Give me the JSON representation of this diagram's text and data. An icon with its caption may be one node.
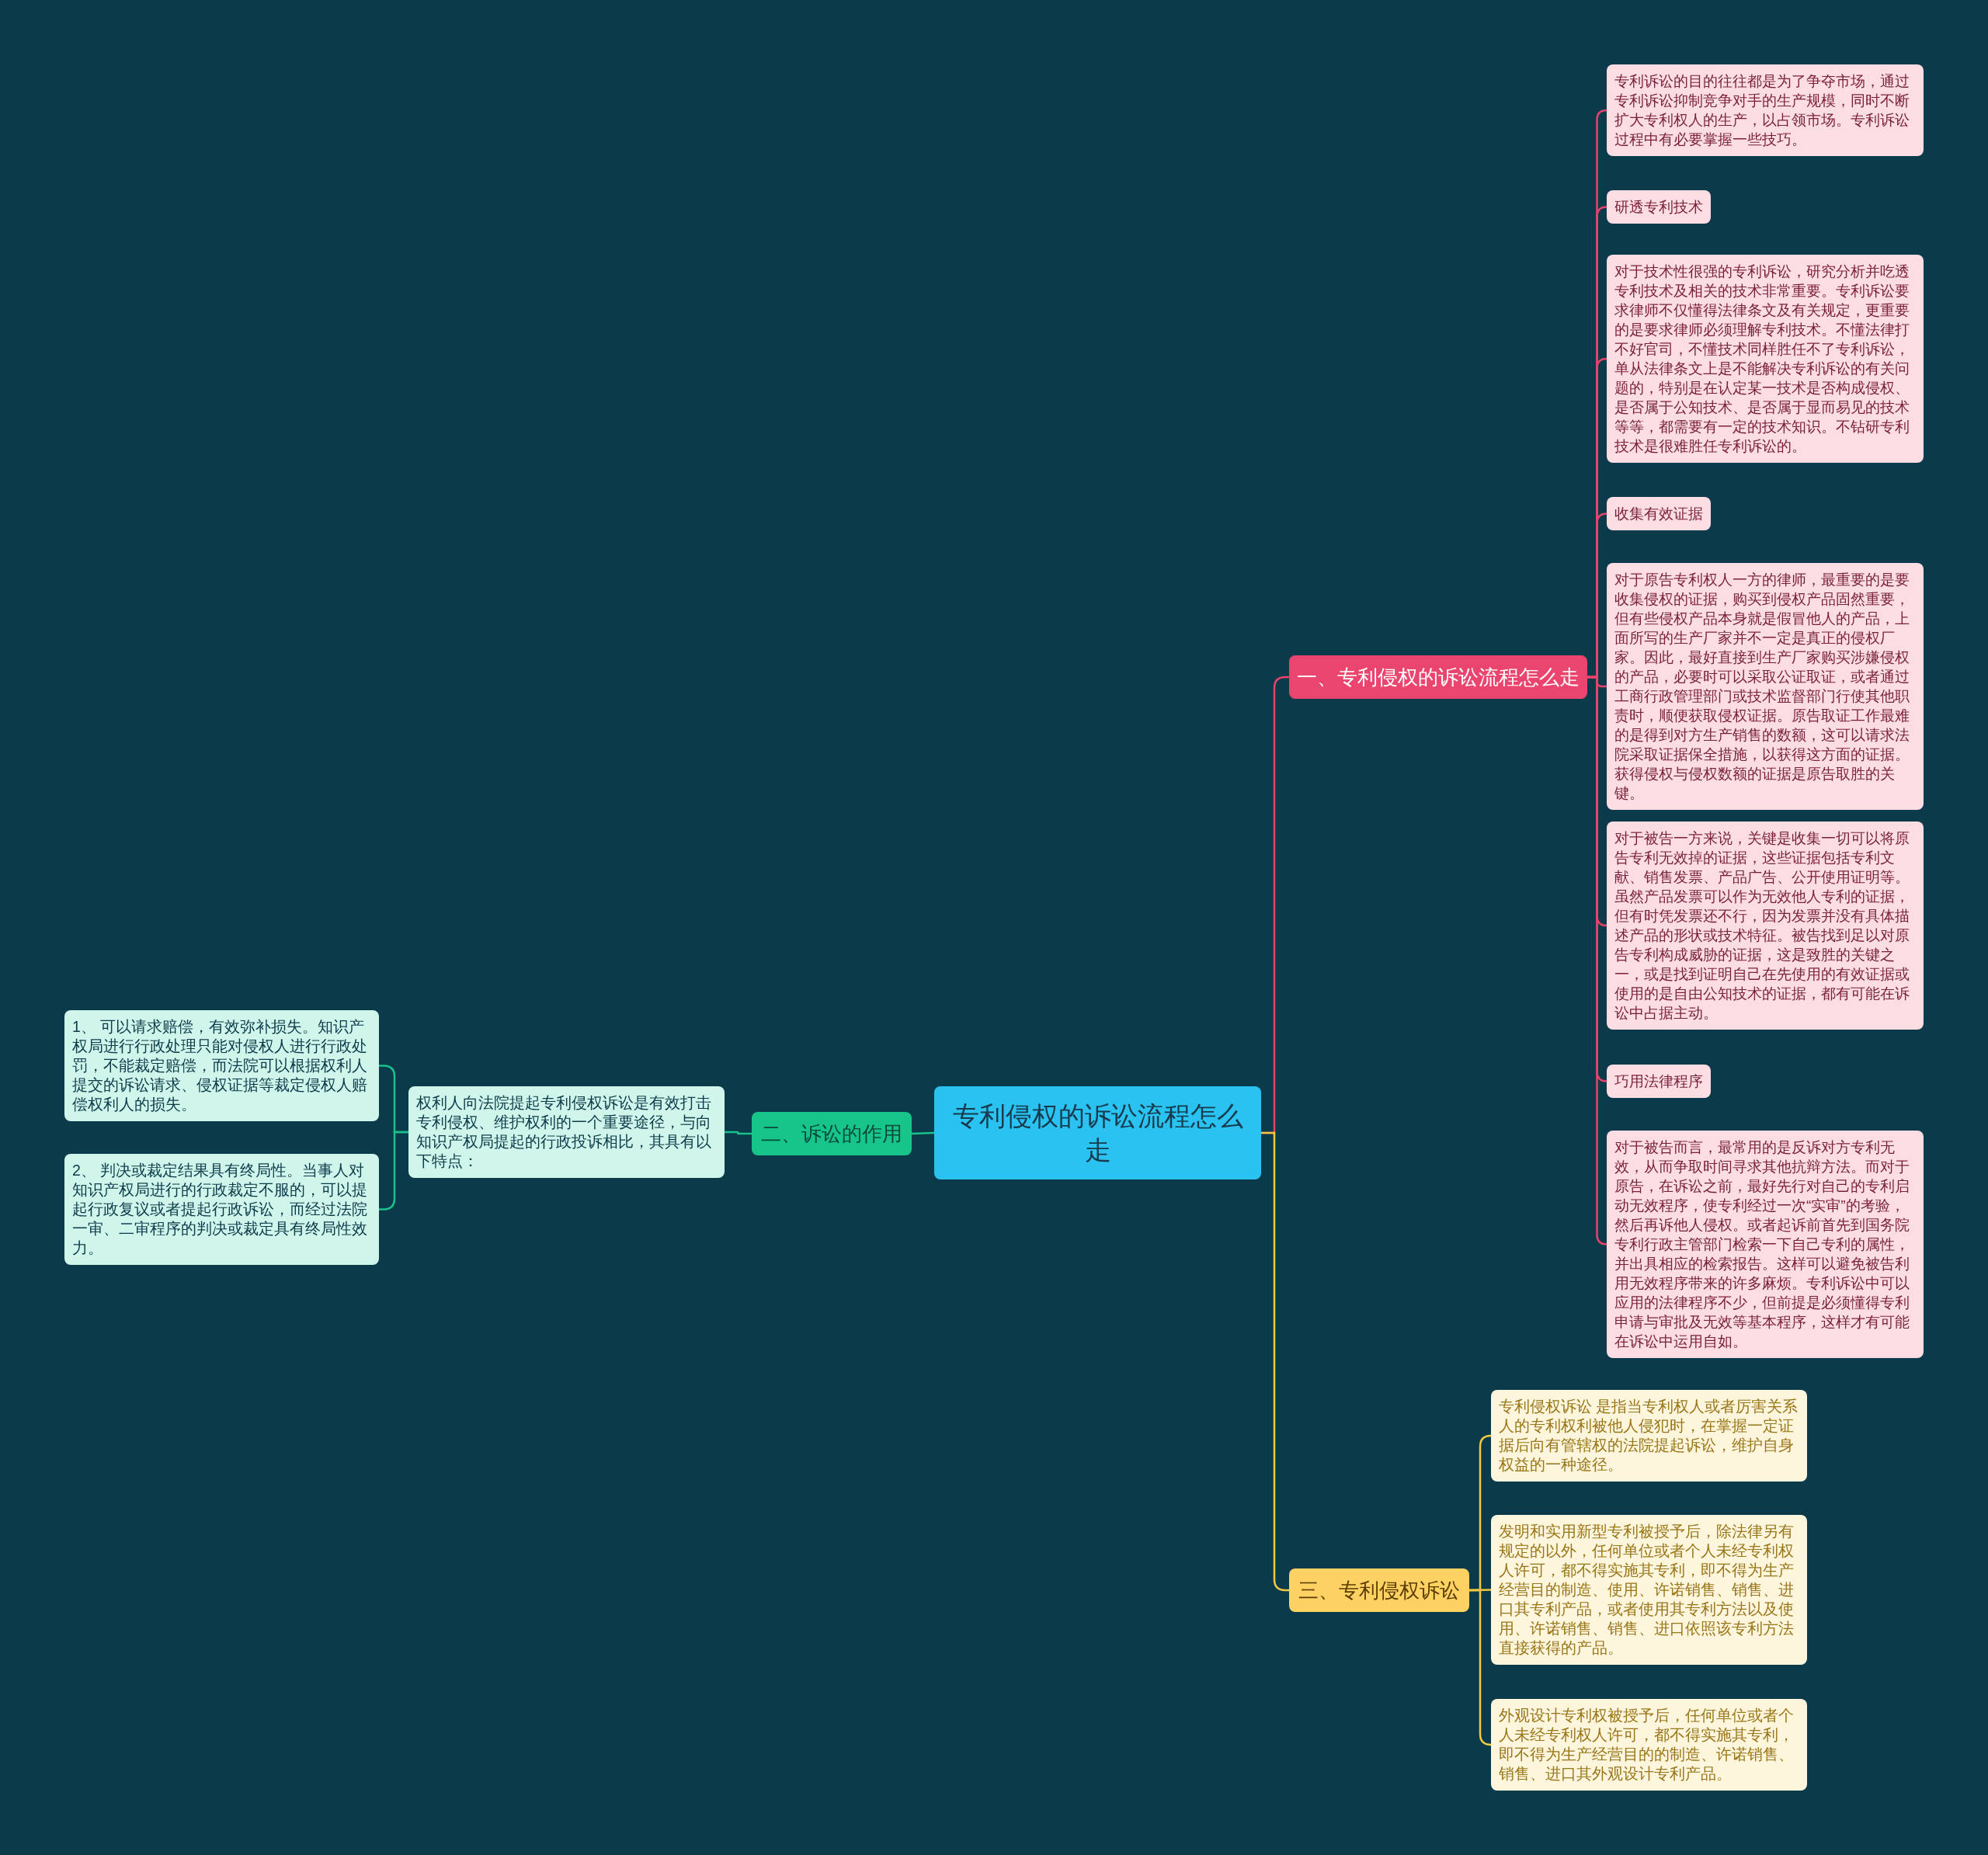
{
  "diagram": {
    "nodes": [
      {
        "text": [
          "专利侵权的诉讼流程怎么走"
        ]
      },
      {
        "text": [
          "一、专利侵权的诉讼流程怎么走"
        ]
      },
      {
        "text": [
          "专利诉讼的目的往往都是为了争夺市场，通过专利诉讼抑制竞争对手的生产规模，同时不断扩大专利权人的生产，以占领市场。专利诉讼过程中有必要掌握一些技巧。"
        ]
      },
      {
        "text": [
          "研透专利技术"
        ]
      },
      {
        "text": [
          "对于技术性很强的专利诉讼，研究分析并吃透专利技术及相关的技术非常重要。专利诉讼要求律师不仅懂得法律条文及有关规定，更重要的是要求律师必须理解专利技术。不懂法律打不好官司，不懂技术同样胜任不了专利诉讼，单从法律条文上是不能解决专利诉讼的有关问题的，特别是在认定某一技术是否构成侵权、是否属于公知技术、是否属于显而易见的技术等等，都需要有一定的技术知识。不钻研专利技术是很难胜任专利诉讼的。"
        ]
      },
      {
        "text": [
          "收集有效证据"
        ]
      },
      {
        "text": [
          "对于原告专利权人一方的律师，最重要的是要收集侵权的证据，购买到侵权产品固然重要，但有些侵权产品本身就是假冒他人的产品，上面所写的生产厂家并不一定是真正的侵权厂家。因此，最好直接到生产厂家购买涉嫌侵权的产品，必要时可以采取公证取证，或者通过工商行政管理部门或技术监督部门行使其他职责时，顺便获取侵权证据。原告取证工作最难的是得到对方生产销售的数额，这可以请求法院采取证据保全措施，以获得这方面的证据。获得侵权与侵权数额的证据是原告取胜的关键。"
        ]
      },
      {
        "text": [
          "对于被告一方来说，关键是收集一切可以将原告专利无效掉的证据，这些证据包括专利文献、销售发票、产品广告、公开使用证明等。虽然产品发票可以作为无效他人专利的证据，但有时凭发票还不行，因为发票并没有具体描述产品的形状或技术特征。被告找到足以对原告专利构成威胁的证据，这是致胜的关键之一，或是找到证明自己在先使用的有效证据或使用的是自由公知技术的证据，都有可能在诉讼中占据主动。"
        ]
      },
      {
        "text": [
          "巧用法律程序"
        ]
      },
      {
        "text": [
          "对于被告而言，最常用的是反诉对方专利无效，从而争取时间寻求其他抗辩方法。而对于原告，在诉讼之前，最好先行对自己的专利启动无效程序，使专利经过一次“实审”的考验，然后再诉他人侵权。或者起诉前首先到国务院专利行政主管部门检索一下自己专利的属性，并出具相应的检索报告。这样可以避免被告利用无效程序带来的许多麻烦。专利诉讼中可以应用的法律程序不少，但前提是必须懂得专利申请与审批及无效等基本程序，这样才有可能在诉讼中运用自如。"
        ]
      },
      {
        "text": [
          "二、诉讼的作用"
        ]
      },
      {
        "text": [
          "权利人向法院提起专利侵权诉讼是有效打击专利侵权、维护权利的一个重要途径，与向知识产权局提起的行政投诉相比，其具有以下特点："
        ]
      },
      {
        "text": [
          "1、 可以请求赔偿，有效弥补损失。知识产权局进行行政处理只能对侵权人进行行政处罚，不能裁定赔偿，而法院可以根据权利人提交的诉讼请求、侵权证据等裁定侵权人赔偿权利人的损失。"
        ]
      },
      {
        "text": [
          "2、 判决或裁定结果具有终局性。当事人对知识产权局进行的行政裁定不服的，可以提起行政复议或者提起行政诉讼，而经过法院一审、二审程序的判决或裁定具有终局性效力。"
        ]
      },
      {
        "text": [
          "三、专利侵权诉讼"
        ]
      },
      {
        "text": [
          "专利侵权诉讼 是指当专利权人或者厉害关系人的专利权利被他人侵犯时，在掌握一定证据后向有管辖权的法院提起诉讼，维护自身权益的一种途径。"
        ]
      },
      {
        "text": [
          "发明和实用新型专利被授予后，除法律另有规定的以外，任何单位或者个人未经专利权人许可，都不得实施其专利，即不得为生产经营目的制造、使用、许诺销售、销售、进口其专利产品，或者使用其专利方法以及使用、许诺销售、销售、进口依照该专利方法直接获得的产品。"
        ]
      },
      {
        "text": [
          "外观设计专利权被授予后，任何单位或者个人未经专利权人许可，都不得实施其专利，即不得为生产经营目的的制造、许诺销售、销售、进口其外观设计专利产品。"
        ]
      }
    ],
    "edges": [
      {
        "from": 0,
        "to": 1,
        "arrow": "none"
      },
      {
        "from": 1,
        "to": 2,
        "arrow": "none"
      },
      {
        "from": 1,
        "to": 3,
        "arrow": "none"
      },
      {
        "from": 1,
        "to": 4,
        "arrow": "none"
      },
      {
        "from": 1,
        "to": 5,
        "arrow": "none"
      },
      {
        "from": 1,
        "to": 6,
        "arrow": "none"
      },
      {
        "from": 1,
        "to": 7,
        "arrow": "none"
      },
      {
        "from": 1,
        "to": 8,
        "arrow": "none"
      },
      {
        "from": 1,
        "to": 9,
        "arrow": "none"
      },
      {
        "from": 0,
        "to": 10,
        "arrow": "none",
        "color": "#19c28c"
      },
      {
        "from": 10,
        "to": 11,
        "arrow": "none",
        "color": "#19c28c"
      },
      {
        "from": 11,
        "to": 12,
        "arrow": "none",
        "color": "#19c28c"
      },
      {
        "from": 11,
        "to": 13,
        "arrow": "none",
        "color": "#19c28c"
      },
      {
        "from": 0,
        "to": 14,
        "arrow": "none",
        "color": "#f5c842"
      },
      {
        "from": 14,
        "to": 15,
        "arrow": "none",
        "color": "#f5c842"
      },
      {
        "from": 14,
        "to": 16,
        "arrow": "none",
        "color": "#f5c842"
      },
      {
        "from": 14,
        "to": 17,
        "arrow": "none",
        "color": "#f5c842"
      }
    ]
  }
}
